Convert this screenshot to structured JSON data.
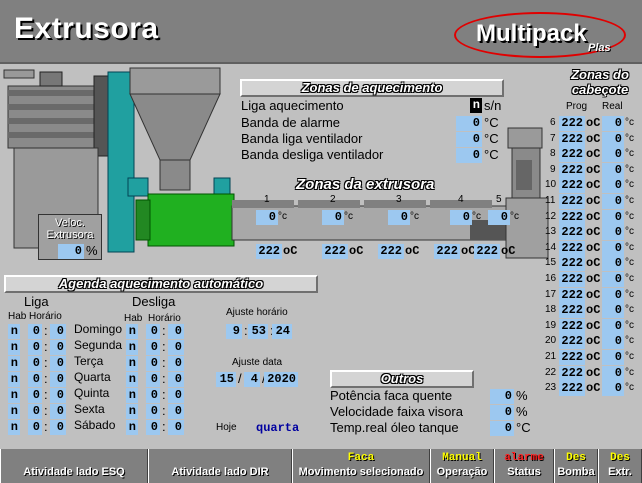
{
  "header": {
    "title": "Extrusora",
    "logo_main": "Multipack",
    "logo_sub": "Plas"
  },
  "heating": {
    "title": "Zonas de aquecimento",
    "rows": [
      {
        "label": "Liga aquecimento",
        "value": "n",
        "unit": "s/n"
      },
      {
        "label": "Banda de alarme",
        "value": "0",
        "unit": "°C"
      },
      {
        "label": "Banda liga ventilador",
        "value": "0",
        "unit": "°C"
      },
      {
        "label": "Banda desliga ventilador",
        "value": "0",
        "unit": "°C"
      }
    ]
  },
  "extrusion": {
    "title": "Zonas da extrusora",
    "zones": [
      {
        "num": "1",
        "actual": "0",
        "unit": "°c",
        "setpoint": "222",
        "sp_unit": "oC"
      },
      {
        "num": "2",
        "actual": "0",
        "unit": "°c",
        "setpoint": "222",
        "sp_unit": "oC"
      },
      {
        "num": "3",
        "actual": "0",
        "unit": "°c",
        "setpoint": "222",
        "sp_unit": "oC"
      },
      {
        "num": "4",
        "actual": "0",
        "unit": "°c",
        "setpoint": "222",
        "sp_unit": "oC"
      },
      {
        "num": "5",
        "actual": "0",
        "unit": "°c",
        "setpoint": "222",
        "sp_unit": "oC"
      }
    ]
  },
  "speed": {
    "label": "Veloc. Extrusora",
    "value": "0",
    "unit": "%"
  },
  "head": {
    "title": "Zonas do cabeçote",
    "col_prog": "Prog",
    "col_real": "Real",
    "zones": [
      {
        "n": "6",
        "prog": "222",
        "u": "oC",
        "real": "0",
        "ru": "°c"
      },
      {
        "n": "7",
        "prog": "222",
        "u": "oC",
        "real": "0",
        "ru": "°c"
      },
      {
        "n": "8",
        "prog": "222",
        "u": "oC",
        "real": "0",
        "ru": "°c"
      },
      {
        "n": "9",
        "prog": "222",
        "u": "oC",
        "real": "0",
        "ru": "°c"
      },
      {
        "n": "10",
        "prog": "222",
        "u": "oC",
        "real": "0",
        "ru": "°c"
      },
      {
        "n": "11",
        "prog": "222",
        "u": "oC",
        "real": "0",
        "ru": "°c"
      },
      {
        "n": "12",
        "prog": "222",
        "u": "oC",
        "real": "0",
        "ru": "°c"
      },
      {
        "n": "13",
        "prog": "222",
        "u": "oC",
        "real": "0",
        "ru": "°c"
      },
      {
        "n": "14",
        "prog": "222",
        "u": "oC",
        "real": "0",
        "ru": "°c"
      },
      {
        "n": "15",
        "prog": "222",
        "u": "oC",
        "real": "0",
        "ru": "°c"
      },
      {
        "n": "16",
        "prog": "222",
        "u": "oC",
        "real": "0",
        "ru": "°c"
      },
      {
        "n": "17",
        "prog": "222",
        "u": "oC",
        "real": "0",
        "ru": "°c"
      },
      {
        "n": "18",
        "prog": "222",
        "u": "oC",
        "real": "0",
        "ru": "°c"
      },
      {
        "n": "19",
        "prog": "222",
        "u": "oC",
        "real": "0",
        "ru": "°c"
      },
      {
        "n": "20",
        "prog": "222",
        "u": "oC",
        "real": "0",
        "ru": "°c"
      },
      {
        "n": "21",
        "prog": "222",
        "u": "oC",
        "real": "0",
        "ru": "°c"
      },
      {
        "n": "22",
        "prog": "222",
        "u": "oC",
        "real": "0",
        "ru": "°c"
      },
      {
        "n": "23",
        "prog": "222",
        "u": "oC",
        "real": "0",
        "ru": "°c"
      }
    ]
  },
  "agenda": {
    "title": "Agenda aquecimento automático",
    "liga": "Liga",
    "desliga": "Desliga",
    "hab": "Hab",
    "horario": "Horário",
    "days": [
      {
        "day": "Domingo",
        "on_hab": "n",
        "on_h": "0",
        "on_m": "0",
        "off_hab": "n",
        "off_h": "0",
        "off_m": "0"
      },
      {
        "day": "Segunda",
        "on_hab": "n",
        "on_h": "0",
        "on_m": "0",
        "off_hab": "n",
        "off_h": "0",
        "off_m": "0"
      },
      {
        "day": "Terça",
        "on_hab": "n",
        "on_h": "0",
        "on_m": "0",
        "off_hab": "n",
        "off_h": "0",
        "off_m": "0"
      },
      {
        "day": "Quarta",
        "on_hab": "n",
        "on_h": "0",
        "on_m": "0",
        "off_hab": "n",
        "off_h": "0",
        "off_m": "0"
      },
      {
        "day": "Quinta",
        "on_hab": "n",
        "on_h": "0",
        "on_m": "0",
        "off_hab": "n",
        "off_h": "0",
        "off_m": "0"
      },
      {
        "day": "Sexta",
        "on_hab": "n",
        "on_h": "0",
        "on_m": "0",
        "off_hab": "n",
        "off_h": "0",
        "off_m": "0"
      },
      {
        "day": "Sábado",
        "on_hab": "n",
        "on_h": "0",
        "on_m": "0",
        "off_hab": "n",
        "off_h": "0",
        "off_m": "0"
      }
    ],
    "time_label": "Ajuste horário",
    "hour": "9",
    "minute": "53",
    "second": "24",
    "date_label": "Ajuste data",
    "day": "15",
    "month": "4",
    "year": "2020",
    "today_label": "Hoje",
    "today_value": "quarta"
  },
  "outros": {
    "title": "Outros",
    "rows": [
      {
        "label": "Potência faca quente",
        "value": "0",
        "unit": "%"
      },
      {
        "label": "Velocidade faixa visora",
        "value": "0",
        "unit": "%"
      },
      {
        "label": "Temp.real óleo tanque",
        "value": "0",
        "unit": "°C"
      }
    ]
  },
  "footer": [
    {
      "top": "",
      "bottom": "Atividade lado ESQ",
      "top_color": "#ffffff"
    },
    {
      "top": "",
      "bottom": "Atividade lado DIR",
      "top_color": "#ffffff"
    },
    {
      "top": "Faca",
      "bottom": "Movimento selecionado",
      "top_color": "#ffff00"
    },
    {
      "top": "Manual",
      "bottom": "Operação",
      "top_color": "#ffff00"
    },
    {
      "top": "alarme",
      "bottom": "Status",
      "top_color": "#ff2020"
    },
    {
      "top": "Des",
      "bottom": "Bomba",
      "top_color": "#ffff00"
    },
    {
      "top": "Des",
      "bottom": "Extr.",
      "top_color": "#ffff00"
    }
  ],
  "colors": {
    "value_bg": "#9cc8f0",
    "machine_teal": "#20a0a0",
    "machine_green": "#20b020",
    "header_bg": "#808080"
  }
}
